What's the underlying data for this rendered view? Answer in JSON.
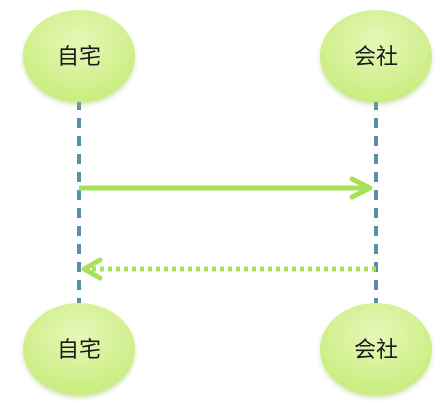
{
  "participants": [
    {
      "id": "home",
      "label": "自宅"
    },
    {
      "id": "office",
      "label": "会社"
    }
  ],
  "messages": [
    {
      "from": "home",
      "to": "office",
      "label": "",
      "style": "solid"
    },
    {
      "from": "office",
      "to": "home",
      "label": "",
      "style": "dotted"
    }
  ],
  "colors": {
    "node_fill": "#d7f29a",
    "node_stroke": "#bde07a",
    "arrow": "#a8e05a",
    "lifeline": "#5b8fa8"
  }
}
